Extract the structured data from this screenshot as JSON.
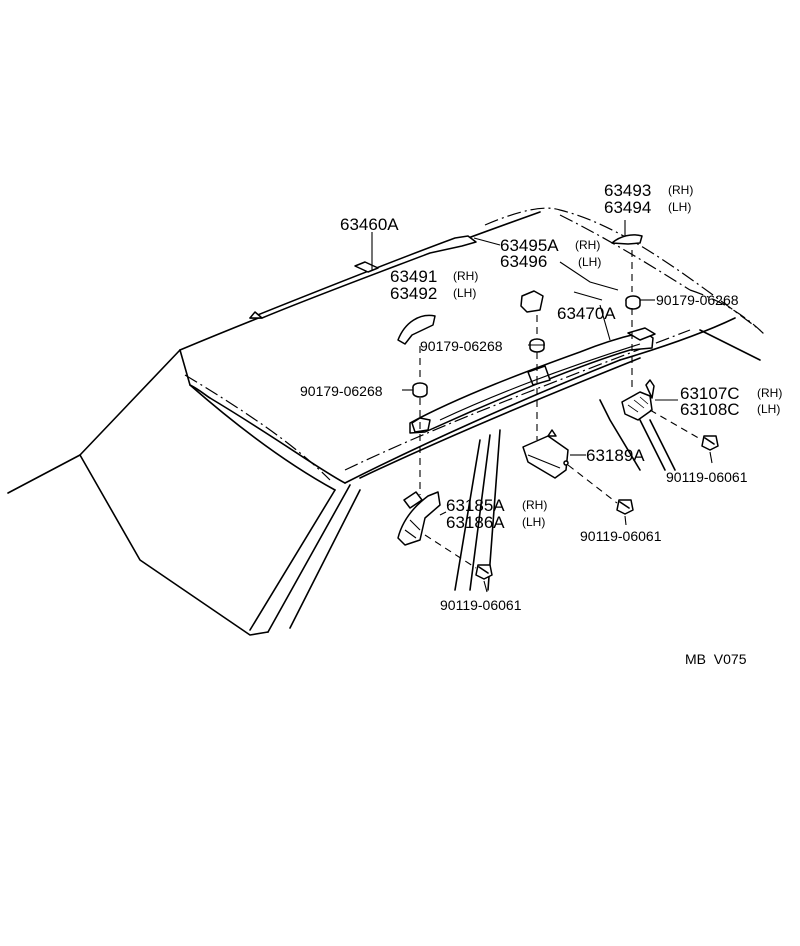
{
  "diagram": {
    "code": "MB  V075",
    "side_rh": "(RH)",
    "side_lh": "(LH)",
    "parts": {
      "p63460A": "63460A",
      "p63493": "63493",
      "p63494": "63494",
      "p63495A": "63495A",
      "p63496": "63496",
      "p63491": "63491",
      "p63492": "63492",
      "p63470A": "63470A",
      "p90179_top": "90179-06268",
      "p90179_mid": "90179-06268",
      "p90179_left": "90179-06268",
      "p63107C": "63107C",
      "p63108C": "63108C",
      "p63189A": "63189A",
      "p90119_right": "90119-06061",
      "p90119_mid": "90119-06061",
      "p90119_left": "90119-06061",
      "p63185A": "63185A",
      "p63186A": "63186A"
    }
  }
}
